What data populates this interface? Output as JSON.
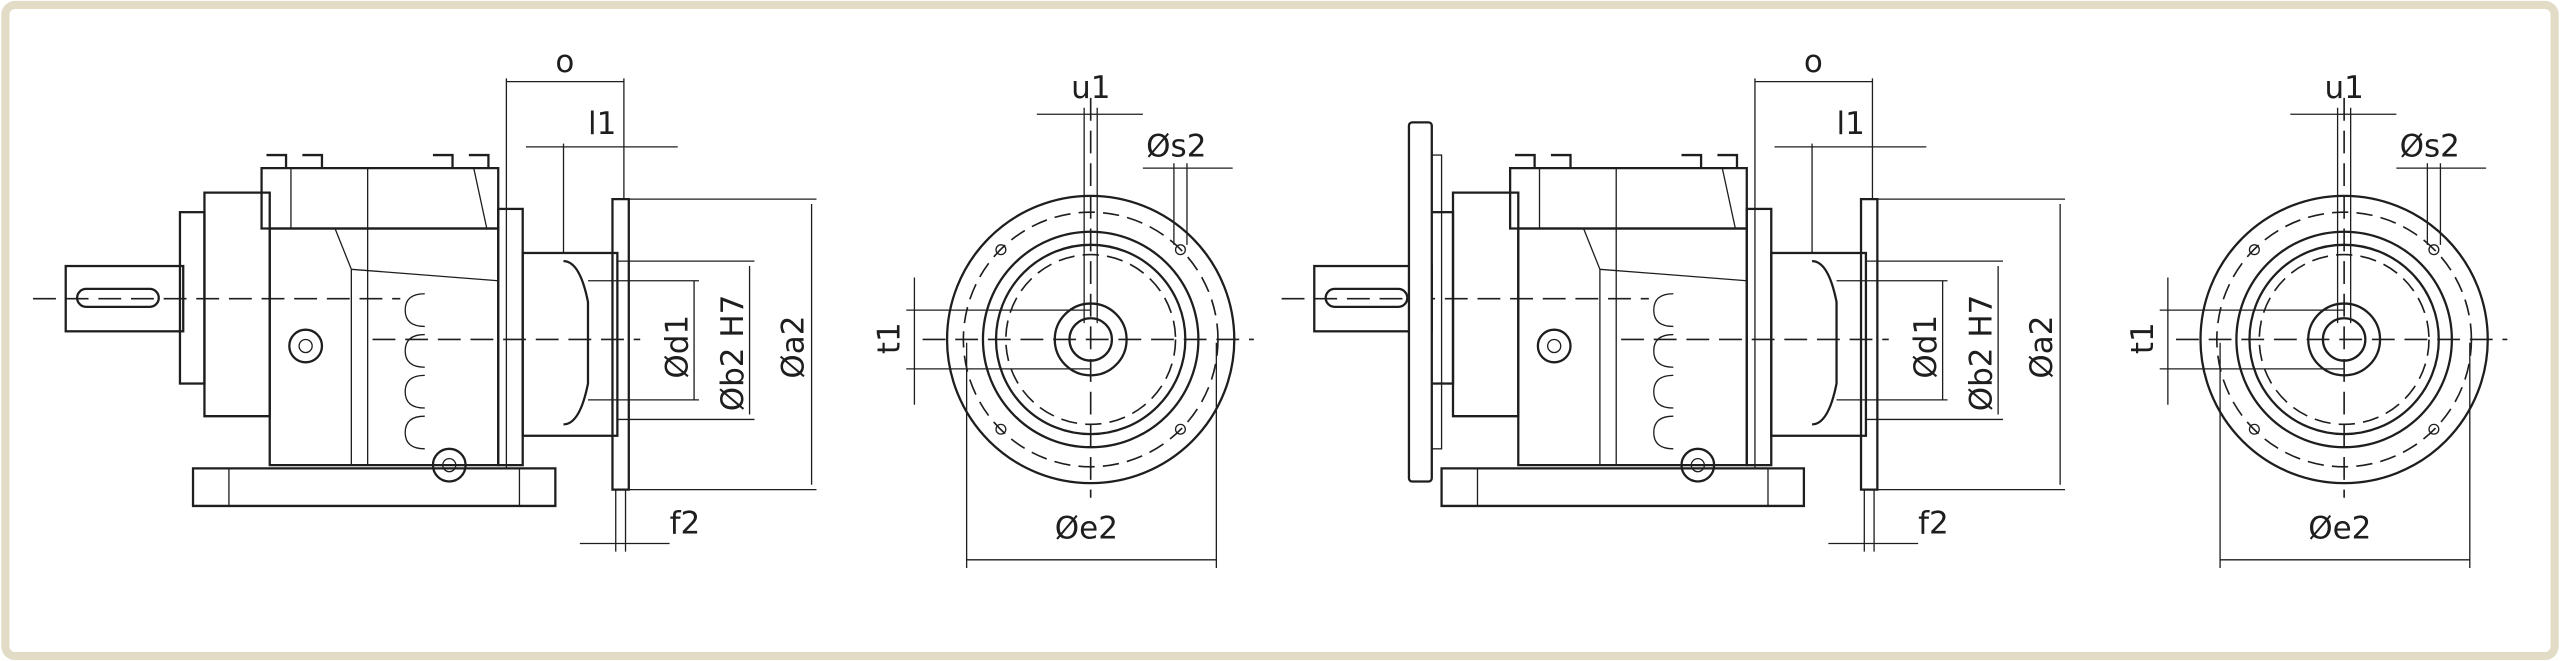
{
  "figure": {
    "views": [
      {
        "name": "gear-motor-foot-mounted",
        "labels": {
          "o": "o",
          "l1": "l1",
          "d1": "Ød1",
          "b2": "Øb2 H7",
          "a2": "Øa2",
          "f2": "f2",
          "u1": "u1",
          "s2": "Øs2",
          "t1": "t1",
          "e2": "Øe2"
        }
      },
      {
        "name": "gear-motor-foot-flange-mounted",
        "labels": {
          "o": "o",
          "l1": "l1",
          "d1": "Ød1",
          "b2": "Øb2 H7",
          "a2": "Øa2",
          "f2": "f2",
          "u1": "u1",
          "s2": "Øs2",
          "t1": "t1",
          "e2": "Øe2"
        }
      }
    ],
    "colors": {
      "border": "#e2dcc6",
      "line": "#1e1e1e",
      "background": "#ffffff"
    }
  }
}
